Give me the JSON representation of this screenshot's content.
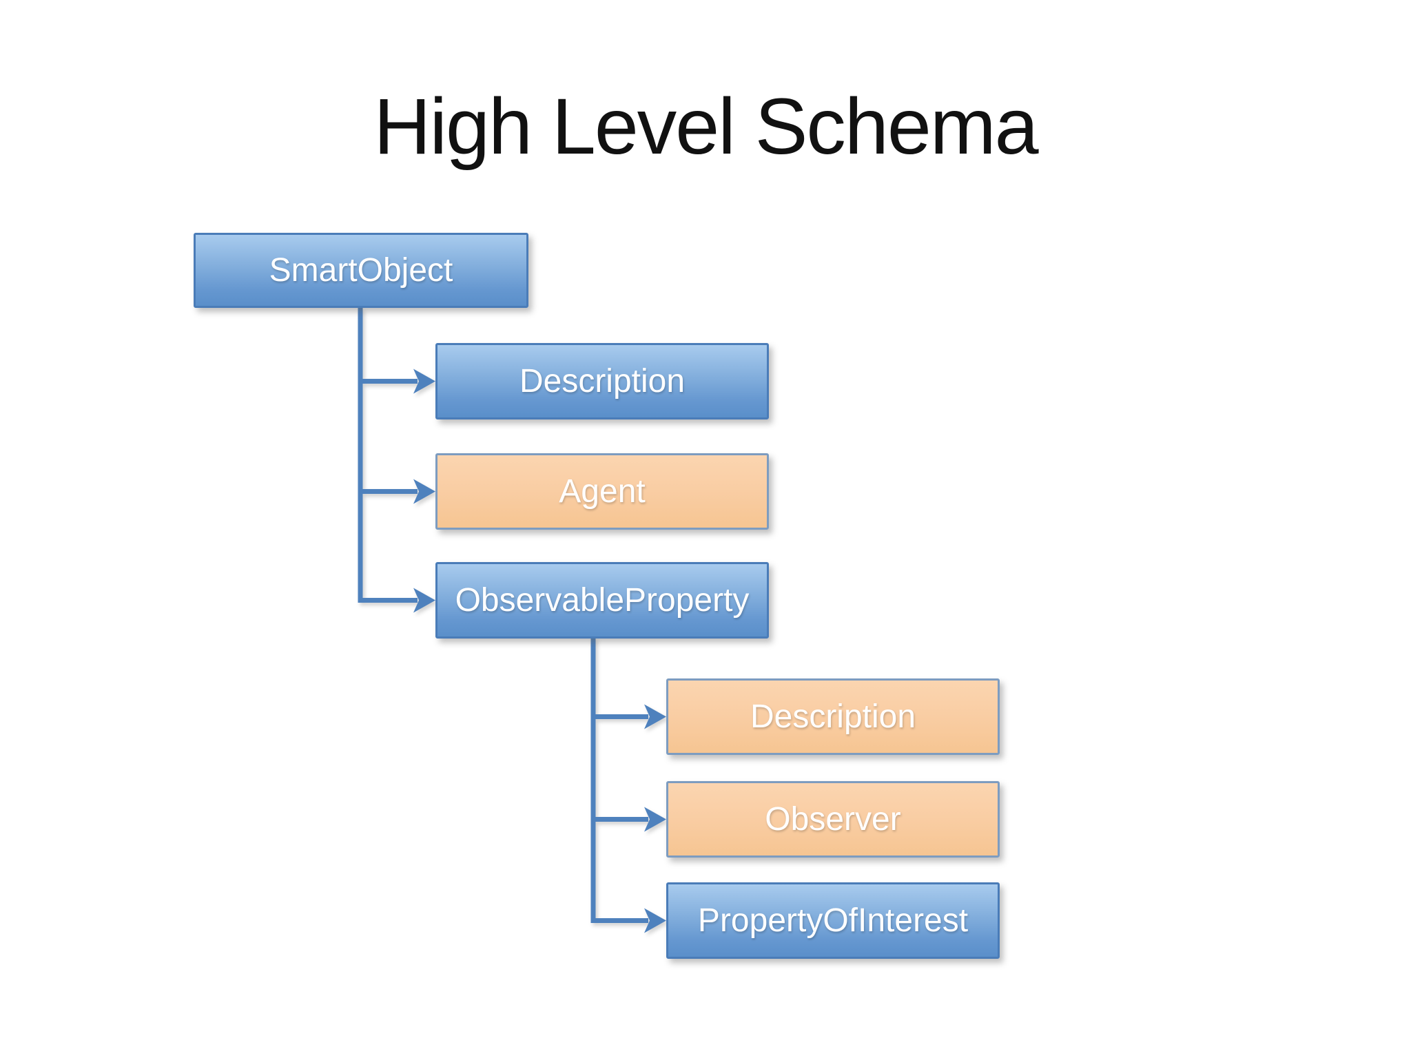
{
  "slide": {
    "title": "High Level Schema",
    "background": "#ffffff"
  },
  "diagram": {
    "nodes": [
      {
        "id": "smart-object",
        "label": "SmartObject",
        "variant": "blue"
      },
      {
        "id": "description-1",
        "label": "Description",
        "variant": "blue"
      },
      {
        "id": "agent",
        "label": "Agent",
        "variant": "orange"
      },
      {
        "id": "observable-property",
        "label": "ObservableProperty",
        "variant": "blue"
      },
      {
        "id": "description-2",
        "label": "Description",
        "variant": "orange"
      },
      {
        "id": "observer",
        "label": "Observer",
        "variant": "orange"
      },
      {
        "id": "property-of-interest",
        "label": "PropertyOfInterest",
        "variant": "blue"
      }
    ],
    "edges": [
      {
        "from": "smart-object",
        "to": "description-1"
      },
      {
        "from": "smart-object",
        "to": "agent"
      },
      {
        "from": "smart-object",
        "to": "observable-property"
      },
      {
        "from": "observable-property",
        "to": "description-2"
      },
      {
        "from": "observable-property",
        "to": "observer"
      },
      {
        "from": "observable-property",
        "to": "property-of-interest"
      }
    ],
    "colors": {
      "blue_box_top": "#a8cbee",
      "blue_box_bottom": "#5a8fca",
      "blue_box_border": "#4a7cb8",
      "orange_box_fill": "#f9cda3",
      "orange_box_border": "#7d9cc0",
      "connector": "#4e81bd",
      "node_text": "#ffffff",
      "title_text": "#111111"
    }
  }
}
